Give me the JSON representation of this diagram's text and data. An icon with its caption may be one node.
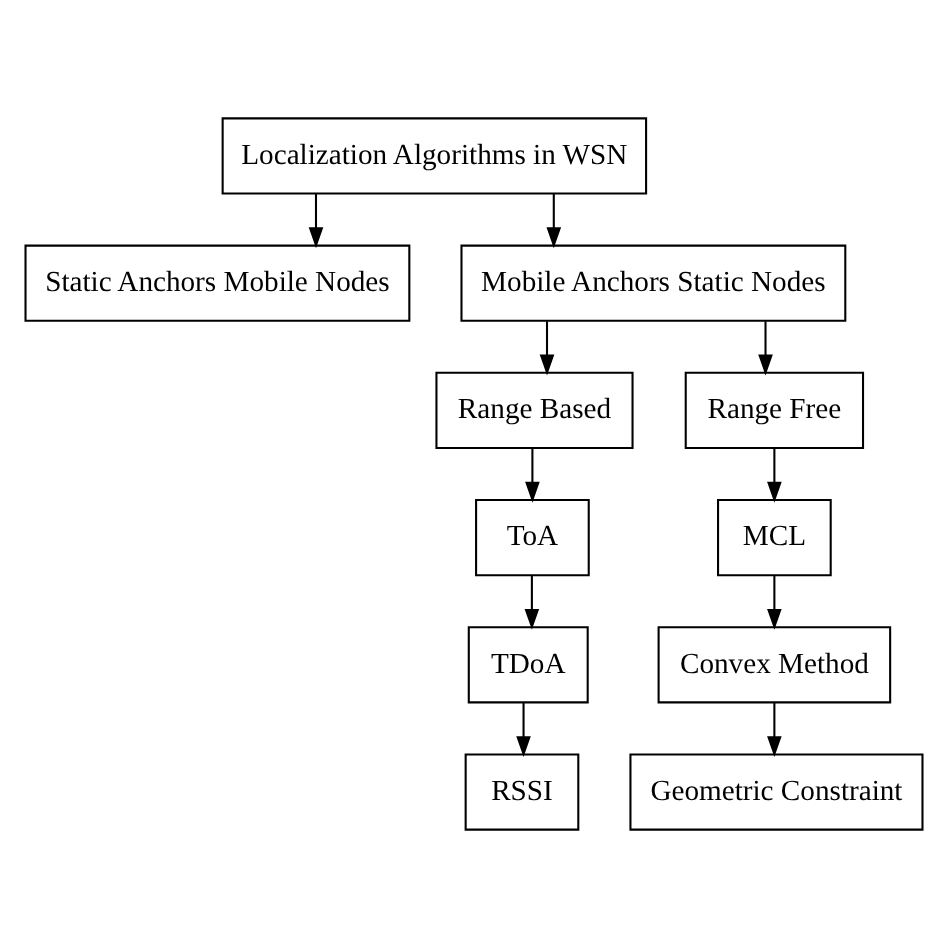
{
  "diagram": {
    "nodes": [
      {
        "text": [
          "Localization Algorithms in WSN"
        ]
      },
      {
        "text": [
          "Static Anchors Mobile Nodes"
        ]
      },
      {
        "text": [
          "Mobile Anchors Static Nodes"
        ]
      },
      {
        "text": [
          "Range Based"
        ]
      },
      {
        "text": [
          "Range Free"
        ]
      },
      {
        "text": [
          "ToA"
        ]
      },
      {
        "text": [
          "TDoA"
        ]
      },
      {
        "text": [
          "RSSI"
        ]
      },
      {
        "text": [
          "MCL"
        ]
      },
      {
        "text": [
          "Convex Method"
        ]
      },
      {
        "text": [
          "Geometric Constraint"
        ]
      }
    ],
    "edges": [
      {
        "from": 0,
        "to": 1,
        "arrow": "to"
      },
      {
        "from": 0,
        "to": 2,
        "arrow": "to"
      },
      {
        "from": 2,
        "to": 3,
        "arrow": "to"
      },
      {
        "from": 2,
        "to": 4,
        "arrow": "to"
      },
      {
        "from": 3,
        "to": 5,
        "arrow": "to"
      },
      {
        "from": 5,
        "to": 6,
        "arrow": "to"
      },
      {
        "from": 6,
        "to": 7,
        "arrow": "to"
      },
      {
        "from": 4,
        "to": 8,
        "arrow": "to"
      },
      {
        "from": 8,
        "to": 9,
        "arrow": "to"
      },
      {
        "from": 9,
        "to": 10,
        "arrow": "to"
      }
    ]
  }
}
